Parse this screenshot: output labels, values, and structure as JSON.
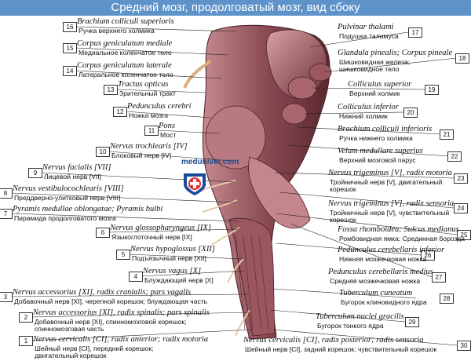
{
  "title": "Средний мозг, продолговатый мозг, вид сбоку",
  "watermark": "meduniver.com",
  "colors": {
    "title_bar": "#5e93c9",
    "tissue": "#8a4a52",
    "tissue_dark": "#4a1f28",
    "tissue_light": "#c58a90"
  },
  "labels": [
    {
      "n": "1",
      "latin": "Nervus cervicalis [CI], radix anterior; radix motoria",
      "ru": [
        "Шейный нерв [CI], передний корешок;",
        "двигательный корешок"
      ]
    },
    {
      "n": "2",
      "latin": "Nervus accessorius [XI], radix spinalis; pars spinalis",
      "ru": [
        "Добавочный нерв [XI], спинномозговой корешок;",
        "спинномозговая часть"
      ]
    },
    {
      "n": "3",
      "latin": "Nervus accessorius [XI], radix cranialis; pars vagalis",
      "ru": [
        "Добавочный нерв [XI], черепной корешок; блуждающая часть"
      ]
    },
    {
      "n": "4",
      "latin": "Nervus vagus [X]",
      "ru": [
        "Блуждающий нерв [X]"
      ]
    },
    {
      "n": "5",
      "latin": "Nervus hypoglossus [XII]",
      "ru": [
        "Подъязычный нерв [XII]"
      ]
    },
    {
      "n": "6",
      "latin": "Nervus glossopharyngeus [IX]",
      "ru": [
        "Языкоглоточный нерв [IX]"
      ]
    },
    {
      "n": "7",
      "latin": "Pyramis medullae oblongatae; Pyramis bulbi",
      "ru": [
        "Пирамида продолговатого мозга"
      ]
    },
    {
      "n": "8",
      "latin": "Nervus vestibulocochlearis [VIII]",
      "ru": [
        "Преддверно-улитковый нерв [VIII]"
      ]
    },
    {
      "n": "9",
      "latin": "Nervus facialis [VII]",
      "ru": [
        "Лицевой нерв [VII]"
      ]
    },
    {
      "n": "10",
      "latin": "Nervus trochlearis [IV]",
      "ru": [
        "Блоковый нерв [IV]"
      ]
    },
    {
      "n": "11",
      "latin": "Pons",
      "ru": [
        "Мост"
      ]
    },
    {
      "n": "12",
      "latin": "Pedunculus cerebri",
      "ru": [
        "Ножка мозга"
      ]
    },
    {
      "n": "13",
      "latin": "Tractus opticus",
      "ru": [
        "Зрительный тракт"
      ]
    },
    {
      "n": "14",
      "latin": "Corpus geniculatum laterale",
      "ru": [
        "Латеральное коленчатое тело"
      ]
    },
    {
      "n": "15",
      "latin": "Corpus geniculatum mediale",
      "ru": [
        "Медиальное коленчатое тело"
      ]
    },
    {
      "n": "16",
      "latin": "Brachium colliculi superioris",
      "ru": [
        "Ручка верхнего холмика"
      ]
    },
    {
      "n": "17",
      "latin": "Pulvinar thalami",
      "ru": [
        "Подушка таламуса"
      ]
    },
    {
      "n": "18",
      "latin": "Glandula pinealis; Corpus pineale",
      "ru": [
        "Шишковидная железа;",
        "шишковидное тело"
      ]
    },
    {
      "n": "19",
      "latin": "Colliculus superior",
      "ru": [
        "Верхний холмик"
      ]
    },
    {
      "n": "20",
      "latin": "Colliculus inferior",
      "ru": [
        "Нижний холмик"
      ]
    },
    {
      "n": "21",
      "latin": "Brachium colliculi inferioris",
      "ru": [
        "Ручка нижнего холмика"
      ]
    },
    {
      "n": "22",
      "latin": "Velum medullare superius",
      "ru": [
        "Верхний мозговой парус"
      ]
    },
    {
      "n": "23",
      "latin": "Nervus trigeminus [V], radix motoria",
      "ru": [
        "Тройничный нерв [V], двигательный",
        "корешок"
      ]
    },
    {
      "n": "24",
      "latin": "Nervus trigeminus [V], radix sensoria",
      "ru": [
        "Тройничный нерв [V], чувствительный",
        "корешок"
      ]
    },
    {
      "n": "25",
      "latin": "Fossa rhomboidea; Sulcus medianus",
      "ru": [
        "Ромбовидная ямка; Срединная борозда"
      ]
    },
    {
      "n": "26",
      "latin": "Pedunculus cerebellaris inferior",
      "ru": [
        "Нижняя мозжечковая ножка"
      ]
    },
    {
      "n": "27",
      "latin": "Pedunculus cerebellaris medius",
      "ru": [
        "Средняя мозжечковая ножка"
      ]
    },
    {
      "n": "28",
      "latin": "Tuberculum cuneatum",
      "ru": [
        "Бугорок клиновидного ядра"
      ]
    },
    {
      "n": "29",
      "latin": "Tuberculum nuclei gracilis",
      "ru": [
        "Бугорок тонкого ядра"
      ]
    },
    {
      "n": "30",
      "latin": "Nervus cervicalis [CI], radix posterior; radix sensoria",
      "ru": [
        "Шейный нерв [CI], задний корешок; чувствительный корешок"
      ]
    }
  ]
}
